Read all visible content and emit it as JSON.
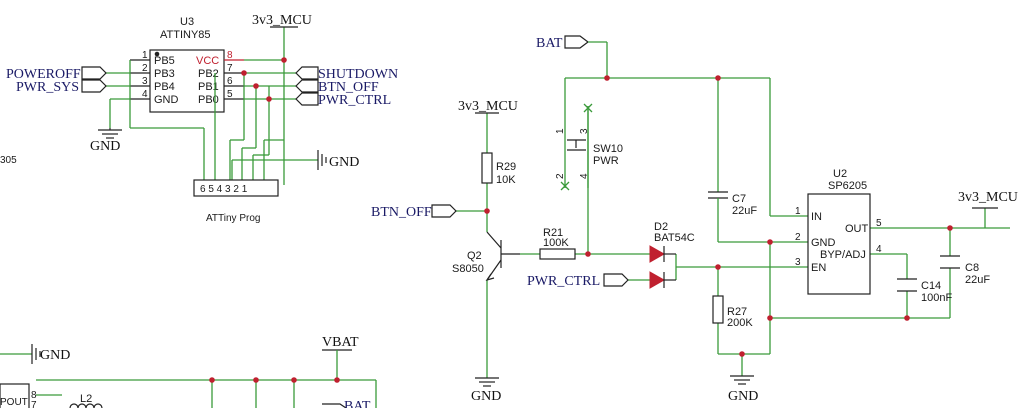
{
  "nets": {
    "v3v3": "3v3_MCU",
    "gnd": "GND",
    "vbat": "VBAT",
    "bat": "BAT",
    "poweroff": "POWEROFF",
    "pwr_sys": "PWR_SYS",
    "shutdown": "SHUTDOWN",
    "btn_off": "BTN_OFF",
    "pwr_ctrl": "PWR_CTRL"
  },
  "attiny": {
    "pins_left": [
      "PB5",
      "PB3",
      "PB4",
      "GND"
    ],
    "pin_nums_left": [
      "1",
      "2",
      "3",
      "4"
    ],
    "pins_right": [
      "VCC",
      "PB2",
      "PB1",
      "PB0"
    ],
    "pin_nums_right": [
      "8",
      "7",
      "6",
      "5"
    ]
  },
  "u2": {
    "pins": [
      "IN",
      "GND",
      "EN",
      "OUT",
      "BYP/ADJ"
    ],
    "pin_nums": [
      "1",
      "2",
      "3",
      "5",
      "4"
    ]
  },
  "components": {
    "u3": {
      "ref": "U3",
      "value": "ATTINY85"
    },
    "prog": {
      "name": "ATTiny Prog",
      "pins": "6 5 4 3 2 1"
    },
    "r29": {
      "ref": "R29",
      "value": "10K"
    },
    "r21": {
      "ref": "R21",
      "value": "100K"
    },
    "r27": {
      "ref": "R27",
      "value": "200K"
    },
    "q2": {
      "ref": "Q2",
      "value": "S8050"
    },
    "sw10": {
      "ref": "SW10",
      "value": "PWR",
      "pin1": "1",
      "pin2": "2",
      "pin3": "3",
      "pin4": "4"
    },
    "d2": {
      "ref": "D2",
      "value": "BAT54C"
    },
    "c7": {
      "ref": "C7",
      "value": "22uF"
    },
    "c14": {
      "ref": "C14",
      "value": "100nF"
    },
    "c8": {
      "ref": "C8",
      "value": "22uF"
    },
    "u2": {
      "ref": "U2",
      "value": "SP6205"
    },
    "l2": {
      "ref": "L2"
    }
  },
  "fragments": {
    "left_mid": "305",
    "pout": "POUT",
    "pin8": "8",
    "pin7": "7",
    "bat": "BAT"
  }
}
